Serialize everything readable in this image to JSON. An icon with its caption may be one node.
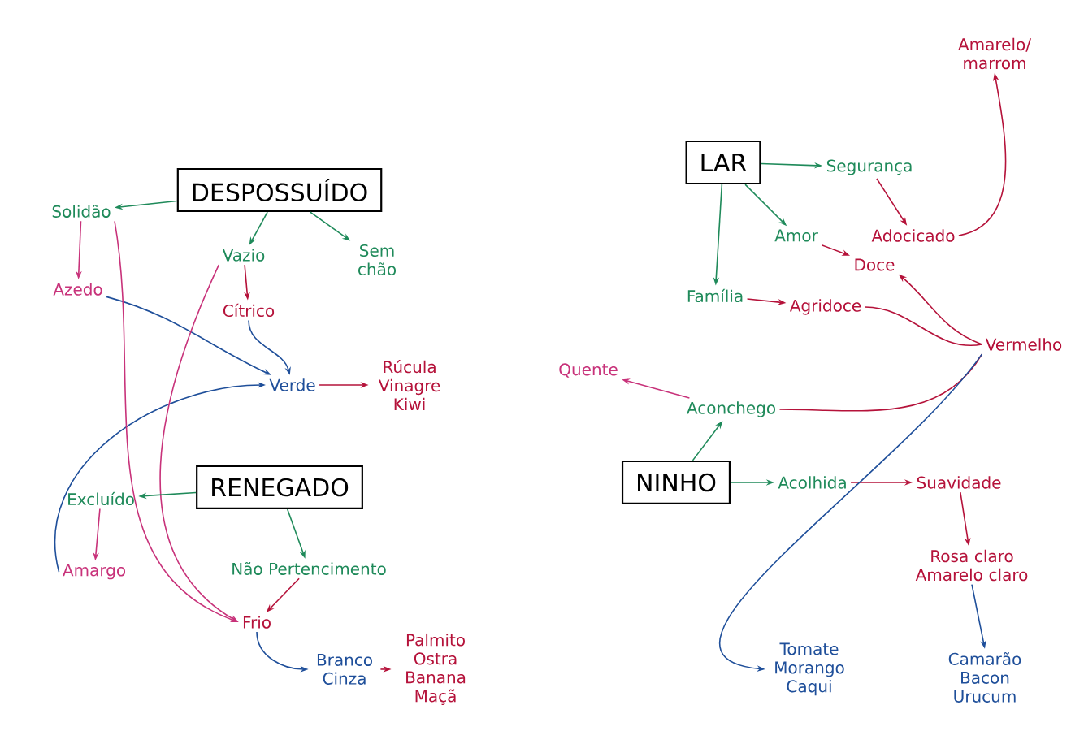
{
  "diagram": {
    "nodes": [
      {
        "text": [
          "DESPOSSUÍDO"
        ]
      },
      {
        "text": [
          "Solidão"
        ]
      },
      {
        "text": [
          "Azedo"
        ]
      },
      {
        "text": [
          "Vazio"
        ]
      },
      {
        "text": [
          "Cítrico"
        ]
      },
      {
        "text": [
          "Sem chão"
        ]
      },
      {
        "text": [
          "Verde"
        ]
      },
      {
        "text": [
          "Rúcula Vinagre Kiwi"
        ]
      },
      {
        "text": [
          "RENEGADO"
        ]
      },
      {
        "text": [
          "Excluído"
        ]
      },
      {
        "text": [
          "Amargo"
        ]
      },
      {
        "text": [
          "Não Pertencimento"
        ]
      },
      {
        "text": [
          "Frio"
        ]
      },
      {
        "text": [
          "Branco Cinza"
        ]
      },
      {
        "text": [
          "Palmito Ostra Banana Maçã"
        ]
      },
      {
        "text": [
          "LAR"
        ]
      },
      {
        "text": [
          "Segurança"
        ]
      },
      {
        "text": [
          "Adocicado"
        ]
      },
      {
        "text": [
          "Amarelo/ marrom"
        ]
      },
      {
        "text": [
          "Amor"
        ]
      },
      {
        "text": [
          "Doce"
        ]
      },
      {
        "text": [
          "Família"
        ]
      },
      {
        "text": [
          "Agridoce"
        ]
      },
      {
        "text": [
          "Vermelho"
        ]
      },
      {
        "text": [
          "Quente"
        ]
      },
      {
        "text": [
          "Aconchego"
        ]
      },
      {
        "text": [
          "NINHO"
        ]
      },
      {
        "text": [
          "Acolhida"
        ]
      },
      {
        "text": [
          "Suavidade"
        ]
      },
      {
        "text": [
          "Rosa claro Amarelo claro"
        ]
      },
      {
        "text": [
          "Tomate Morango Caqui"
        ]
      },
      {
        "text": [
          "Camarão Bacon Urucum"
        ]
      }
    ],
    "edges": [
      {
        "from": 0,
        "to": 1,
        "arrow": "to",
        "color": "#1f8a5a"
      },
      {
        "from": 0,
        "to": 3,
        "arrow": "to",
        "color": "#1f8a5a"
      },
      {
        "from": 0,
        "to": 5,
        "arrow": "to",
        "color": "#1f8a5a"
      },
      {
        "from": 1,
        "to": 2,
        "arrow": "to",
        "color": "#c8327a"
      },
      {
        "from": 3,
        "to": 4,
        "arrow": "to"
      },
      {
        "from": 2,
        "to": 6,
        "arrow": "to",
        "color": "#1f4f9a"
      },
      {
        "from": 4,
        "to": 6,
        "arrow": "to",
        "color": "#1f4f9a"
      },
      {
        "from": 10,
        "to": 6,
        "arrow": "to",
        "color": "#1f4f9a"
      },
      {
        "from": 6,
        "to": 7,
        "arrow": "to"
      },
      {
        "from": 1,
        "to": 12,
        "arrow": "to",
        "color": "#c8327a"
      },
      {
        "from": 3,
        "to": 12,
        "arrow": "to",
        "color": "#c8327a"
      },
      {
        "from": 8,
        "to": 9,
        "arrow": "to",
        "color": "#1f8a5a"
      },
      {
        "from": 9,
        "to": 10,
        "arrow": "to",
        "color": "#c8327a"
      },
      {
        "from": 8,
        "to": 11,
        "arrow": "to",
        "color": "#1f8a5a"
      },
      {
        "from": 11,
        "to": 12,
        "arrow": "to"
      },
      {
        "from": 12,
        "to": 13,
        "arrow": "to",
        "color": "#1f4f9a"
      },
      {
        "from": 13,
        "to": 14,
        "arrow": "to"
      },
      {
        "from": 15,
        "to": 16,
        "arrow": "to",
        "color": "#1f8a5a"
      },
      {
        "from": 16,
        "to": 17,
        "arrow": "to"
      },
      {
        "from": 17,
        "to": 18,
        "arrow": "to"
      },
      {
        "from": 15,
        "to": 19,
        "arrow": "to",
        "color": "#1f8a5a"
      },
      {
        "from": 19,
        "to": 20,
        "arrow": "to"
      },
      {
        "from": 15,
        "to": 21,
        "arrow": "to",
        "color": "#1f8a5a"
      },
      {
        "from": 21,
        "to": 22,
        "arrow": "to"
      },
      {
        "from": 23,
        "to": 20,
        "arrow": "to"
      },
      {
        "from": 22,
        "to": 23,
        "arrow": "none"
      },
      {
        "from": 25,
        "to": 23,
        "arrow": "none"
      },
      {
        "from": 25,
        "to": 24,
        "arrow": "to",
        "color": "#c8327a"
      },
      {
        "from": 26,
        "to": 25,
        "arrow": "to",
        "color": "#1f8a5a"
      },
      {
        "from": 26,
        "to": 27,
        "arrow": "to",
        "color": "#1f8a5a"
      },
      {
        "from": 27,
        "to": 28,
        "arrow": "to"
      },
      {
        "from": 28,
        "to": 29,
        "arrow": "to"
      },
      {
        "from": 29,
        "to": 31,
        "arrow": "to",
        "color": "#1f4f9a"
      },
      {
        "from": 23,
        "to": 30,
        "arrow": "to",
        "color": "#1f4f9a"
      }
    ]
  }
}
